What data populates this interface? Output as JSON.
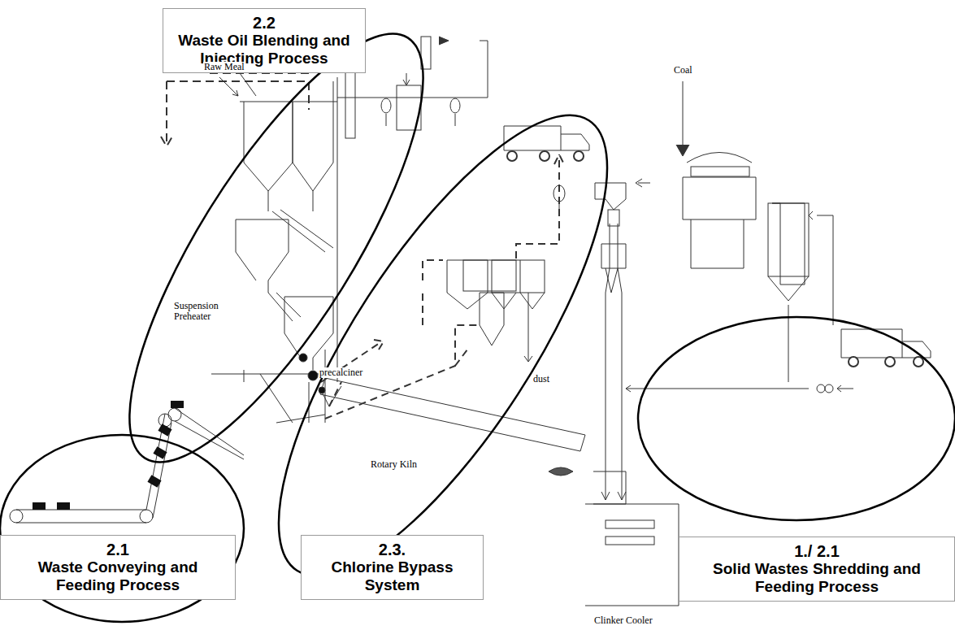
{
  "diagram": {
    "nodes": [
      {
        "text": [
          "2.2",
          "Waste Oil Blending and Injecting Process"
        ]
      },
      {
        "text": [
          "2.1",
          "Waste Conveying and Feeding Process"
        ]
      },
      {
        "text": [
          "2.3.",
          "Chlorine Bypass System"
        ]
      },
      {
        "text": [
          "1./ 2.1",
          "Solid Wastes Shredding and Feeding Process"
        ]
      }
    ],
    "labels": [
      "Raw Meal",
      "Coal",
      "Suspension Preheater",
      "precalciner",
      "dust",
      "Rotary Kiln",
      "Clinker Cooler"
    ]
  }
}
